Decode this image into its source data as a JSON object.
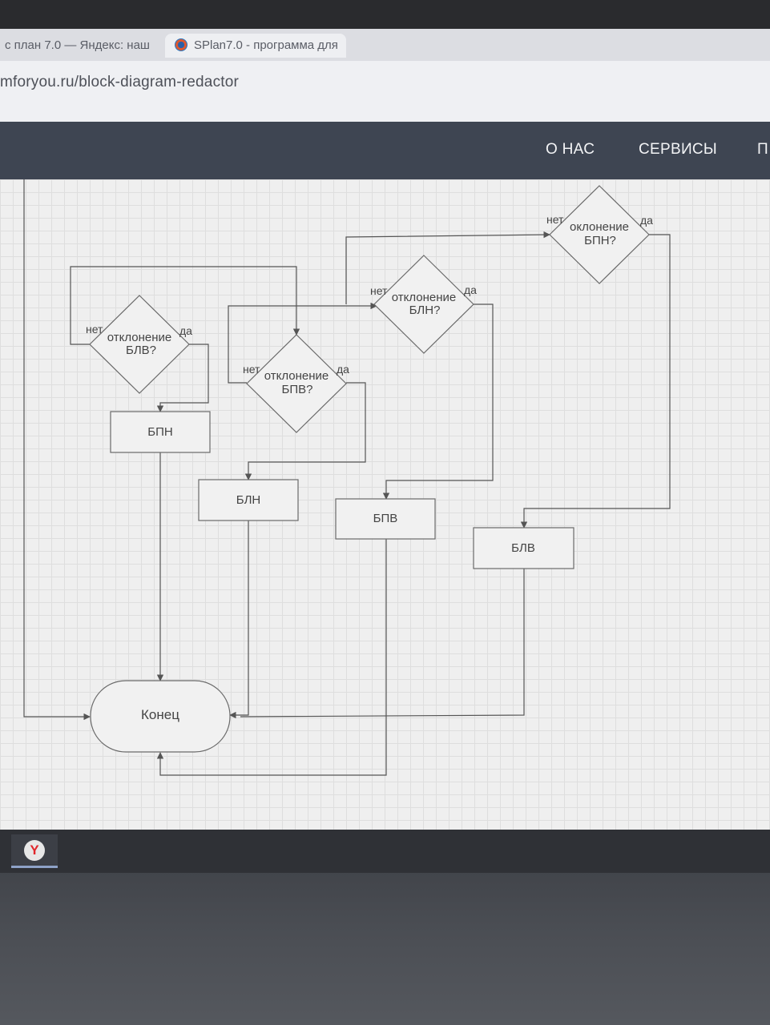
{
  "browser": {
    "tabs": [
      {
        "label": "с план 7.0 — Яндекс: наш"
      },
      {
        "label": "SPlan7.0 - программа для"
      }
    ],
    "new_tab_label": "+",
    "address": "mforyou.ru/block-diagram-redactor"
  },
  "site_nav": {
    "items": [
      "О НАС",
      "СЕРВИСЫ",
      "П"
    ]
  },
  "diagram": {
    "decisions": [
      {
        "line1": "отклонение",
        "line2": "БЛВ?",
        "no": "нет",
        "yes": "да"
      },
      {
        "line1": "отклонение",
        "line2": "БПВ?",
        "no": "нет",
        "yes": "да"
      },
      {
        "line1": "отклонение",
        "line2": "БЛН?",
        "no": "нет",
        "yes": "да"
      },
      {
        "line1": "оклонение",
        "line2": "БПН?",
        "no": "нет",
        "yes": "да"
      }
    ],
    "processes": [
      "БПН",
      "БЛН",
      "БПВ",
      "БЛВ"
    ],
    "terminal": "Конец"
  },
  "taskbar": {
    "yandex_icon_letter": "Y"
  }
}
